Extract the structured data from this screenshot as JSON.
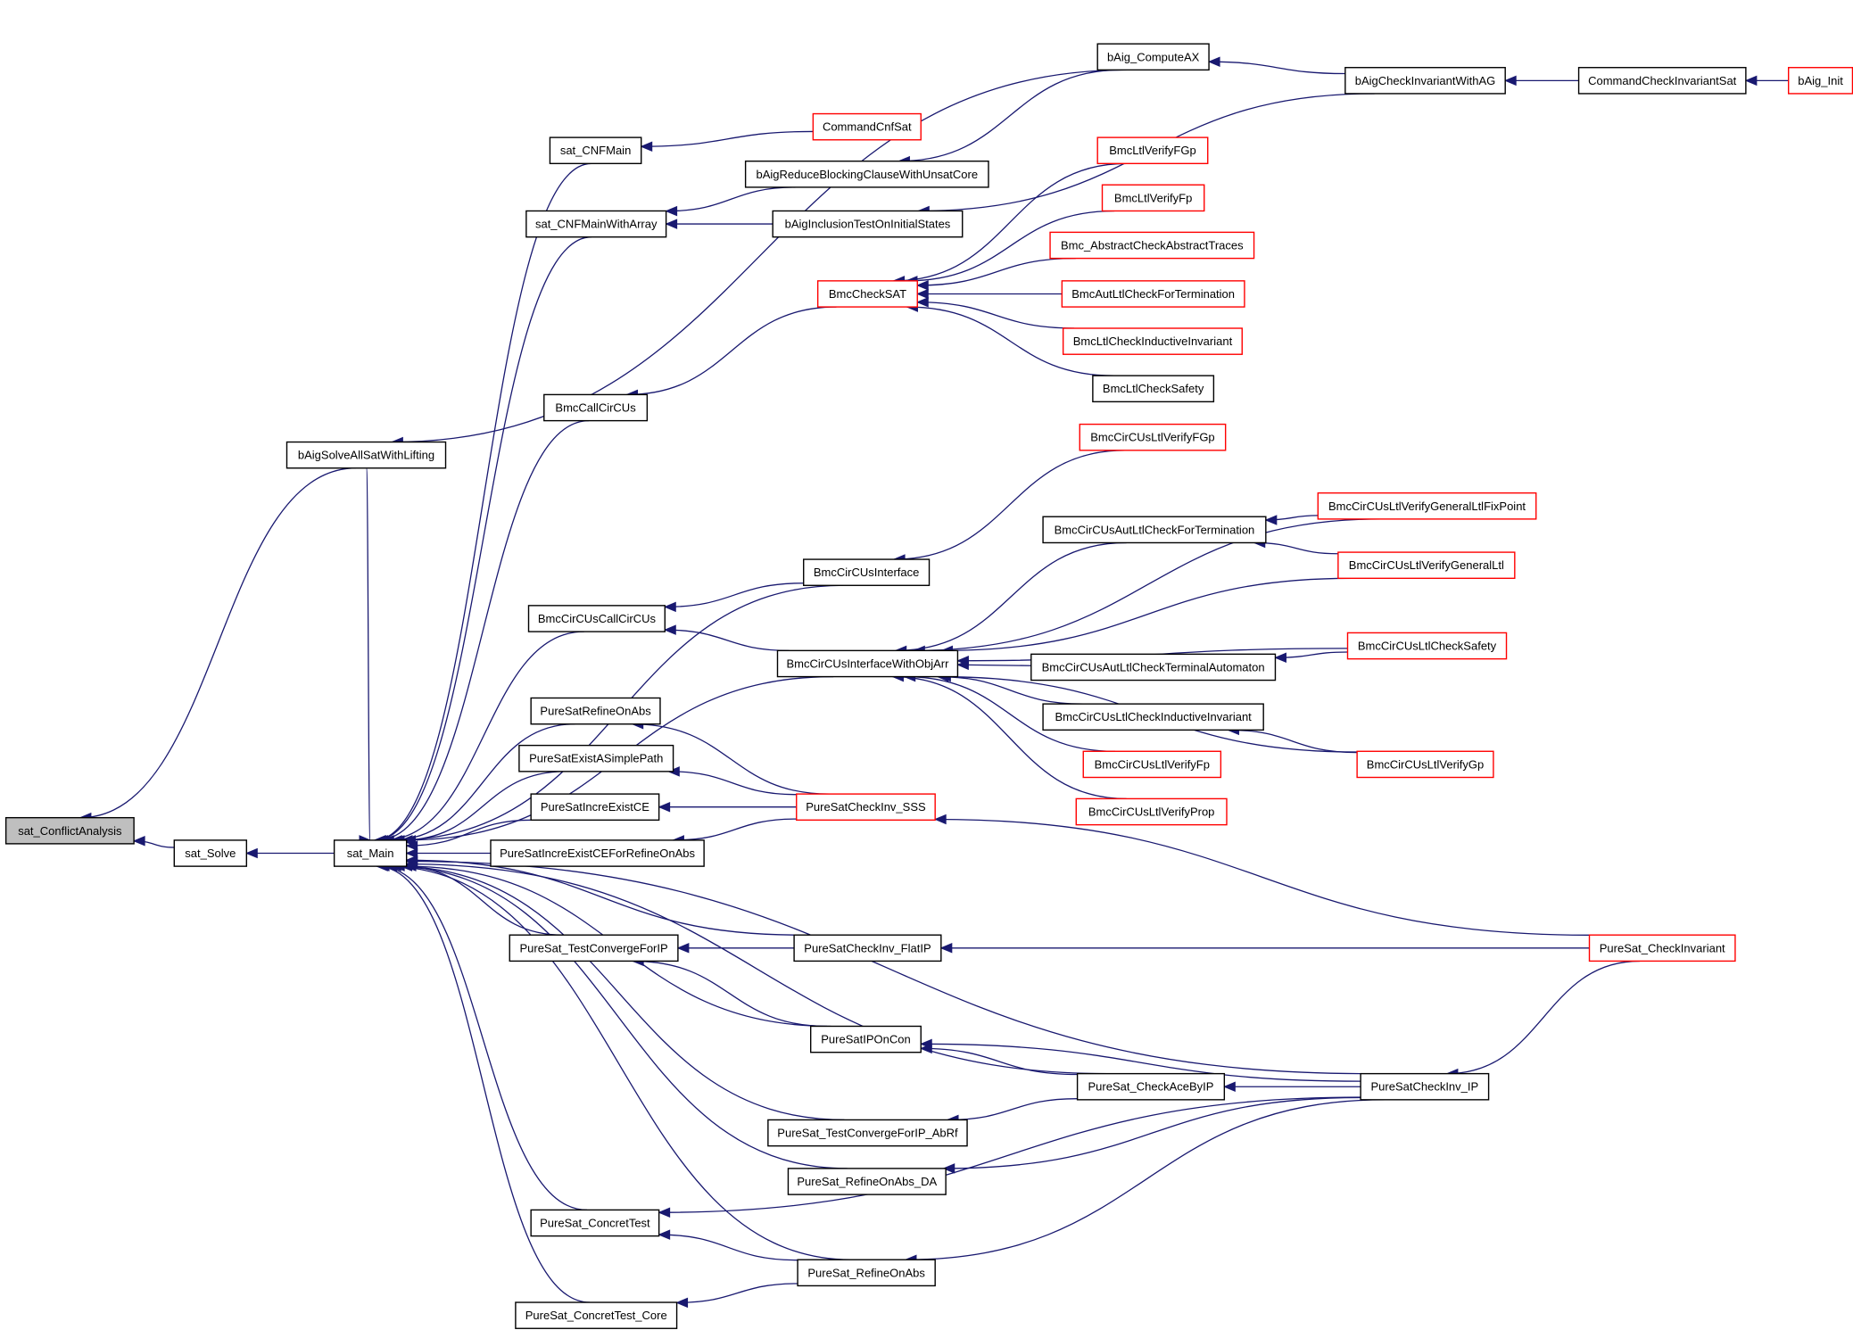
{
  "nodes": [
    {
      "id": "sat_ConflictAnalysis",
      "label": "sat_ConflictAnalysis",
      "color": "gray"
    },
    {
      "id": "sat_Solve",
      "label": "sat_Solve",
      "color": "black"
    },
    {
      "id": "sat_Main",
      "label": "sat_Main",
      "color": "black"
    },
    {
      "id": "bAigSolveAllSatWithLifting",
      "label": "bAigSolveAllSatWithLifting",
      "color": "black"
    },
    {
      "id": "bAig_ComputeAX",
      "label": "bAig_ComputeAX",
      "color": "black"
    },
    {
      "id": "bAigCheckInvariantWithAG",
      "label": "bAigCheckInvariantWithAG",
      "color": "black"
    },
    {
      "id": "CommandCheckInvariantSat",
      "label": "CommandCheckInvariantSat",
      "color": "black"
    },
    {
      "id": "bAig_Init",
      "label": "bAig_Init",
      "color": "red"
    },
    {
      "id": "sat_CNFMain",
      "label": "sat_CNFMain",
      "color": "black"
    },
    {
      "id": "CommandCnfSat",
      "label": "CommandCnfSat",
      "color": "red"
    },
    {
      "id": "bAigReduceBlockingClauseWithUnsatCore",
      "label": "bAigReduceBlockingClauseWithUnsatCore",
      "color": "black"
    },
    {
      "id": "sat_CNFMainWithArray",
      "label": "sat_CNFMainWithArray",
      "color": "black"
    },
    {
      "id": "bAigInclusionTestOnInitialStates",
      "label": "bAigInclusionTestOnInitialStates",
      "color": "black"
    },
    {
      "id": "BmcLtlVerifyFGp",
      "label": "BmcLtlVerifyFGp",
      "color": "red"
    },
    {
      "id": "BmcLtlVerifyFp",
      "label": "BmcLtlVerifyFp",
      "color": "red"
    },
    {
      "id": "Bmc_AbstractCheckAbstractTraces",
      "label": "Bmc_AbstractCheckAbstractTraces",
      "color": "red"
    },
    {
      "id": "BmcCheckSAT",
      "label": "BmcCheckSAT",
      "color": "red"
    },
    {
      "id": "BmcAutLtlCheckForTermination",
      "label": "BmcAutLtlCheckForTermination",
      "color": "red"
    },
    {
      "id": "BmcLtlCheckInductiveInvariant",
      "label": "BmcLtlCheckInductiveInvariant",
      "color": "red"
    },
    {
      "id": "BmcLtlCheckSafety",
      "label": "BmcLtlCheckSafety",
      "color": "black"
    },
    {
      "id": "BmcCallCirCUs",
      "label": "BmcCallCirCUs",
      "color": "black"
    },
    {
      "id": "BmcCirCUsLtlVerifyFGp",
      "label": "BmcCirCUsLtlVerifyFGp",
      "color": "red"
    },
    {
      "id": "BmcCirCUsLtlVerifyGeneralLtlFixPoint",
      "label": "BmcCirCUsLtlVerifyGeneralLtlFixPoint",
      "color": "red"
    },
    {
      "id": "BmcCirCUsAutLtlCheckForTermination",
      "label": "BmcCirCUsAutLtlCheckForTermination",
      "color": "black"
    },
    {
      "id": "BmcCirCUsLtlVerifyGeneralLtl",
      "label": "BmcCirCUsLtlVerifyGeneralLtl",
      "color": "red"
    },
    {
      "id": "BmcCirCUsInterface",
      "label": "BmcCirCUsInterface",
      "color": "black"
    },
    {
      "id": "BmcCirCUsCallCirCUs",
      "label": "BmcCirCUsCallCirCUs",
      "color": "black"
    },
    {
      "id": "BmcCirCUsLtlCheckSafety",
      "label": "BmcCirCUsLtlCheckSafety",
      "color": "red"
    },
    {
      "id": "BmcCirCUsInterfaceWithObjArr",
      "label": "BmcCirCUsInterfaceWithObjArr",
      "color": "black"
    },
    {
      "id": "BmcCirCUsAutLtlCheckTerminalAutomaton",
      "label": "BmcCirCUsAutLtlCheckTerminalAutomaton",
      "color": "black"
    },
    {
      "id": "PureSatRefineOnAbs",
      "label": "PureSatRefineOnAbs",
      "color": "black"
    },
    {
      "id": "BmcCirCUsLtlCheckInductiveInvariant",
      "label": "BmcCirCUsLtlCheckInductiveInvariant",
      "color": "black"
    },
    {
      "id": "PureSatExistASimplePath",
      "label": "PureSatExistASimplePath",
      "color": "black"
    },
    {
      "id": "BmcCirCUsLtlVerifyFp",
      "label": "BmcCirCUsLtlVerifyFp",
      "color": "red"
    },
    {
      "id": "BmcCirCUsLtlVerifyGp",
      "label": "BmcCirCUsLtlVerifyGp",
      "color": "red"
    },
    {
      "id": "PureSatIncreExistCE",
      "label": "PureSatIncreExistCE",
      "color": "black"
    },
    {
      "id": "PureSatCheckInv_SSS",
      "label": "PureSatCheckInv_SSS",
      "color": "red"
    },
    {
      "id": "BmcCirCUsLtlVerifyProp",
      "label": "BmcCirCUsLtlVerifyProp",
      "color": "red"
    },
    {
      "id": "PureSatIncreExistCEForRefineOnAbs",
      "label": "PureSatIncreExistCEForRefineOnAbs",
      "color": "black"
    },
    {
      "id": "PureSat_TestConvergeForIP",
      "label": "PureSat_TestConvergeForIP",
      "color": "black"
    },
    {
      "id": "PureSatCheckInv_FlatIP",
      "label": "PureSatCheckInv_FlatIP",
      "color": "black"
    },
    {
      "id": "PureSat_CheckInvariant",
      "label": "PureSat_CheckInvariant",
      "color": "red"
    },
    {
      "id": "PureSatIPOnCon",
      "label": "PureSatIPOnCon",
      "color": "black"
    },
    {
      "id": "PureSat_CheckAceByIP",
      "label": "PureSat_CheckAceByIP",
      "color": "black"
    },
    {
      "id": "PureSatCheckInv_IP",
      "label": "PureSatCheckInv_IP",
      "color": "black"
    },
    {
      "id": "PureSat_TestConvergeForIP_AbRf",
      "label": "PureSat_TestConvergeForIP_AbRf",
      "color": "black"
    },
    {
      "id": "PureSat_RefineOnAbs_DA",
      "label": "PureSat_RefineOnAbs_DA",
      "color": "black"
    },
    {
      "id": "PureSat_ConcretTest",
      "label": "PureSat_ConcretTest",
      "color": "black"
    },
    {
      "id": "PureSat_RefineOnAbs",
      "label": "PureSat_RefineOnAbs",
      "color": "black"
    },
    {
      "id": "PureSat_ConcretTest_Core",
      "label": "PureSat_ConcretTest_Core",
      "color": "black"
    }
  ],
  "edges": [
    {
      "from": "sat_Solve",
      "to": "sat_ConflictAnalysis"
    },
    {
      "from": "bAigSolveAllSatWithLifting",
      "to": "sat_ConflictAnalysis"
    },
    {
      "from": "sat_Main",
      "to": "sat_Solve"
    },
    {
      "from": "bAig_ComputeAX",
      "to": "bAigSolveAllSatWithLifting"
    },
    {
      "from": "bAigCheckInvariantWithAG",
      "to": "bAig_ComputeAX"
    },
    {
      "from": "CommandCheckInvariantSat",
      "to": "bAigCheckInvariantWithAG"
    },
    {
      "from": "bAig_Init",
      "to": "CommandCheckInvariantSat"
    },
    {
      "from": "CommandCnfSat",
      "to": "sat_CNFMain"
    },
    {
      "from": "bAigReduceBlockingClauseWithUnsatCore",
      "to": "sat_CNFMainWithArray"
    },
    {
      "from": "bAigInclusionTestOnInitialStates",
      "to": "sat_CNFMainWithArray"
    },
    {
      "from": "bAig_ComputeAX",
      "to": "bAigReduceBlockingClauseWithUnsatCore"
    },
    {
      "from": "bAigCheckInvariantWithAG",
      "to": "bAigInclusionTestOnInitialStates"
    },
    {
      "from": "BmcLtlVerifyFGp",
      "to": "BmcCheckSAT"
    },
    {
      "from": "BmcLtlVerifyFp",
      "to": "BmcCheckSAT"
    },
    {
      "from": "Bmc_AbstractCheckAbstractTraces",
      "to": "BmcCheckSAT"
    },
    {
      "from": "BmcAutLtlCheckForTermination",
      "to": "BmcCheckSAT"
    },
    {
      "from": "BmcLtlCheckInductiveInvariant",
      "to": "BmcCheckSAT"
    },
    {
      "from": "BmcLtlCheckSafety",
      "to": "BmcCheckSAT"
    },
    {
      "from": "BmcCheckSAT",
      "to": "BmcCallCirCUs"
    },
    {
      "from": "BmcCirCUsLtlVerifyFGp",
      "to": "BmcCirCUsInterface"
    },
    {
      "from": "BmcCirCUsInterface",
      "to": "BmcCirCUsCallCirCUs"
    },
    {
      "from": "BmcCirCUsInterfaceWithObjArr",
      "to": "BmcCirCUsCallCirCUs"
    },
    {
      "from": "BmcCirCUsLtlVerifyGeneralLtlFixPoint",
      "to": "BmcCirCUsAutLtlCheckForTermination"
    },
    {
      "from": "BmcCirCUsLtlVerifyGeneralLtl",
      "to": "BmcCirCUsAutLtlCheckForTermination"
    },
    {
      "from": "BmcCirCUsLtlCheckSafety",
      "to": "BmcCirCUsAutLtlCheckTerminalAutomaton"
    },
    {
      "from": "BmcCirCUsLtlVerifyGp",
      "to": "BmcCirCUsLtlCheckInductiveInvariant"
    },
    {
      "from": "BmcCirCUsAutLtlCheckForTermination",
      "to": "BmcCirCUsInterfaceWithObjArr"
    },
    {
      "from": "BmcCirCUsLtlVerifyGeneralLtlFixPoint",
      "to": "BmcCirCUsInterfaceWithObjArr"
    },
    {
      "from": "BmcCirCUsLtlVerifyGeneralLtl",
      "to": "BmcCirCUsInterfaceWithObjArr"
    },
    {
      "from": "BmcCirCUsLtlCheckSafety",
      "to": "BmcCirCUsInterfaceWithObjArr"
    },
    {
      "from": "BmcCirCUsAutLtlCheckTerminalAutomaton",
      "to": "BmcCirCUsInterfaceWithObjArr"
    },
    {
      "from": "BmcCirCUsLtlCheckInductiveInvariant",
      "to": "BmcCirCUsInterfaceWithObjArr"
    },
    {
      "from": "BmcCirCUsLtlVerifyFp",
      "to": "BmcCirCUsInterfaceWithObjArr"
    },
    {
      "from": "BmcCirCUsLtlVerifyProp",
      "to": "BmcCirCUsInterfaceWithObjArr"
    },
    {
      "from": "BmcCirCUsLtlVerifyGp",
      "to": "BmcCirCUsInterfaceWithObjArr"
    },
    {
      "from": "PureSatCheckInv_SSS",
      "to": "PureSatRefineOnAbs"
    },
    {
      "from": "PureSatCheckInv_SSS",
      "to": "PureSatExistASimplePath"
    },
    {
      "from": "PureSatCheckInv_SSS",
      "to": "PureSatIncreExistCE"
    },
    {
      "from": "PureSatCheckInv_SSS",
      "to": "PureSatIncreExistCEForRefineOnAbs"
    },
    {
      "from": "PureSat_CheckInvariant",
      "to": "PureSatCheckInv_SSS"
    },
    {
      "from": "PureSatCheckInv_FlatIP",
      "to": "PureSat_TestConvergeForIP"
    },
    {
      "from": "PureSat_CheckInvariant",
      "to": "PureSatCheckInv_FlatIP"
    },
    {
      "from": "PureSatIPOnCon",
      "to": "PureSat_TestConvergeForIP"
    },
    {
      "from": "PureSatCheckInv_IP",
      "to": "PureSatIPOnCon"
    },
    {
      "from": "PureSat_CheckAceByIP",
      "to": "PureSatIPOnCon"
    },
    {
      "from": "PureSatCheckInv_IP",
      "to": "PureSat_CheckAceByIP"
    },
    {
      "from": "PureSat_CheckInvariant",
      "to": "PureSatCheckInv_IP"
    },
    {
      "from": "PureSat_CheckAceByIP",
      "to": "PureSat_TestConvergeForIP_AbRf"
    },
    {
      "from": "PureSatCheckInv_IP",
      "to": "PureSat_RefineOnAbs_DA"
    },
    {
      "from": "PureSatCheckInv_IP",
      "to": "PureSat_ConcretTest"
    },
    {
      "from": "PureSat_RefineOnAbs",
      "to": "PureSat_ConcretTest"
    },
    {
      "from": "PureSatCheckInv_IP",
      "to": "PureSat_RefineOnAbs"
    },
    {
      "from": "PureSat_RefineOnAbs",
      "to": "PureSat_ConcretTest_Core"
    },
    {
      "from": "bAigSolveAllSatWithLifting",
      "to": "sat_Main"
    },
    {
      "from": "sat_CNFMain",
      "to": "sat_Main"
    },
    {
      "from": "sat_CNFMainWithArray",
      "to": "sat_Main"
    },
    {
      "from": "BmcCallCirCUs",
      "to": "sat_Main"
    },
    {
      "from": "BmcCirCUsInterface",
      "to": "sat_Main"
    },
    {
      "from": "BmcCirCUsCallCirCUs",
      "to": "sat_Main"
    },
    {
      "from": "BmcCirCUsInterfaceWithObjArr",
      "to": "sat_Main"
    },
    {
      "from": "PureSatRefineOnAbs",
      "to": "sat_Main"
    },
    {
      "from": "PureSatExistASimplePath",
      "to": "sat_Main"
    },
    {
      "from": "PureSatIncreExistCE",
      "to": "sat_Main"
    },
    {
      "from": "PureSatIncreExistCEForRefineOnAbs",
      "to": "sat_Main"
    },
    {
      "from": "PureSat_TestConvergeForIP",
      "to": "sat_Main"
    },
    {
      "from": "PureSatCheckInv_FlatIP",
      "to": "sat_Main"
    },
    {
      "from": "PureSatCheckInv_IP",
      "to": "sat_Main"
    },
    {
      "from": "PureSatIPOnCon",
      "to": "sat_Main"
    },
    {
      "from": "PureSat_CheckAceByIP",
      "to": "sat_Main"
    },
    {
      "from": "PureSat_TestConvergeForIP_AbRf",
      "to": "sat_Main"
    },
    {
      "from": "PureSat_RefineOnAbs_DA",
      "to": "sat_Main"
    },
    {
      "from": "PureSat_ConcretTest",
      "to": "sat_Main"
    },
    {
      "from": "PureSat_RefineOnAbs",
      "to": "sat_Main"
    },
    {
      "from": "PureSat_ConcretTest_Core",
      "to": "sat_Main"
    }
  ],
  "colors": {
    "edge": "#191970",
    "red_border": "#ff0000",
    "root_fill": "#bfbfbf"
  }
}
